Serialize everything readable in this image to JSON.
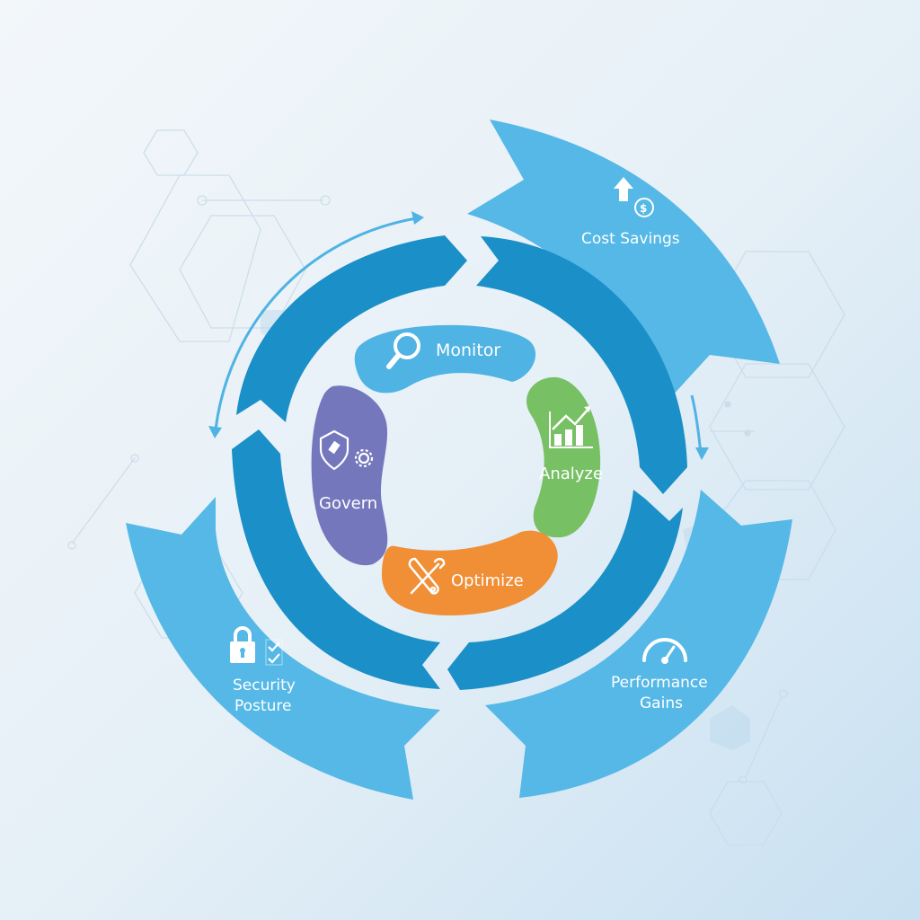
{
  "colors": {
    "background_start": "#f3f7fa",
    "background_end": "#c8e0f1",
    "ring_dark_blue": "#1b8fc8",
    "outer_arrow_light_blue": "#55b8e6",
    "monitor_blue": "#4fb3e3",
    "analyze_green": "#77c064",
    "optimize_orange": "#f08f35",
    "govern_purple": "#7577bd",
    "hex_line": "#c9dcea"
  },
  "inner_stages": [
    {
      "id": "monitor",
      "label": "Monitor",
      "icon": "magnifier-icon"
    },
    {
      "id": "analyze",
      "label": "Analyze",
      "icon": "bar-chart-trend-icon"
    },
    {
      "id": "optimize",
      "label": "Optimize",
      "icon": "wrench-screwdriver-icon"
    },
    {
      "id": "govern",
      "label": "Govern",
      "icon": "shield-gavel-gear-icon"
    }
  ],
  "outcomes": [
    {
      "id": "cost_savings",
      "label": "Cost Savings",
      "icon": "arrow-up-dollar-icon"
    },
    {
      "id": "performance_gains",
      "label_line1": "Performance",
      "label_line2": "Gains",
      "icon": "speedometer-icon"
    },
    {
      "id": "security_posture",
      "label_line1": "Security",
      "label_line2": "Posture",
      "icon": "padlock-checklist-icon"
    }
  ]
}
